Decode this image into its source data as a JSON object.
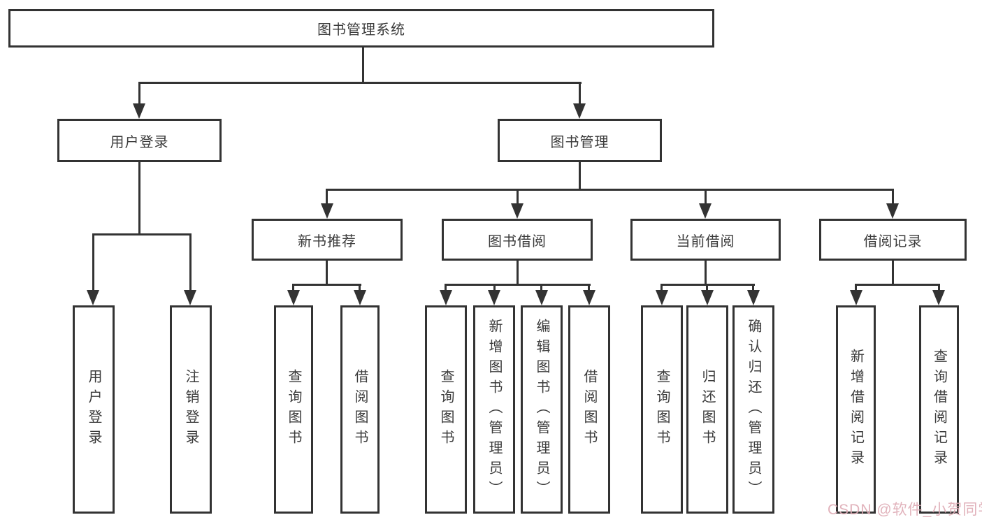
{
  "tree": {
    "root": {
      "label": "图书管理系统"
    },
    "branches": [
      {
        "label": "用户登录",
        "children": [
          {
            "label": "用户登录"
          },
          {
            "label": "注销登录"
          }
        ]
      },
      {
        "label": "图书管理",
        "children": [
          {
            "label": "新书推荐",
            "children": [
              {
                "label": "查询图书"
              },
              {
                "label": "借阅图书"
              }
            ]
          },
          {
            "label": "图书借阅",
            "children": [
              {
                "label": "查询图书"
              },
              {
                "label": "新增图书（管理员）"
              },
              {
                "label": "编辑图书（管理员）"
              },
              {
                "label": "借阅图书"
              }
            ]
          },
          {
            "label": "当前借阅",
            "children": [
              {
                "label": "查询图书"
              },
              {
                "label": "归还图书"
              },
              {
                "label": "确认归还（管理员）"
              }
            ]
          },
          {
            "label": "借阅记录",
            "children": [
              {
                "label": "新增借阅记录"
              },
              {
                "label": "查询借阅记录"
              }
            ]
          }
        ]
      }
    ]
  },
  "watermark": {
    "text": "CSDN @软件_小贺同学",
    "color": "#deaab4"
  },
  "colors": {
    "line": "#333333",
    "box_border": "#333333",
    "text": "#3b3b3b",
    "background": "#ffffff"
  }
}
